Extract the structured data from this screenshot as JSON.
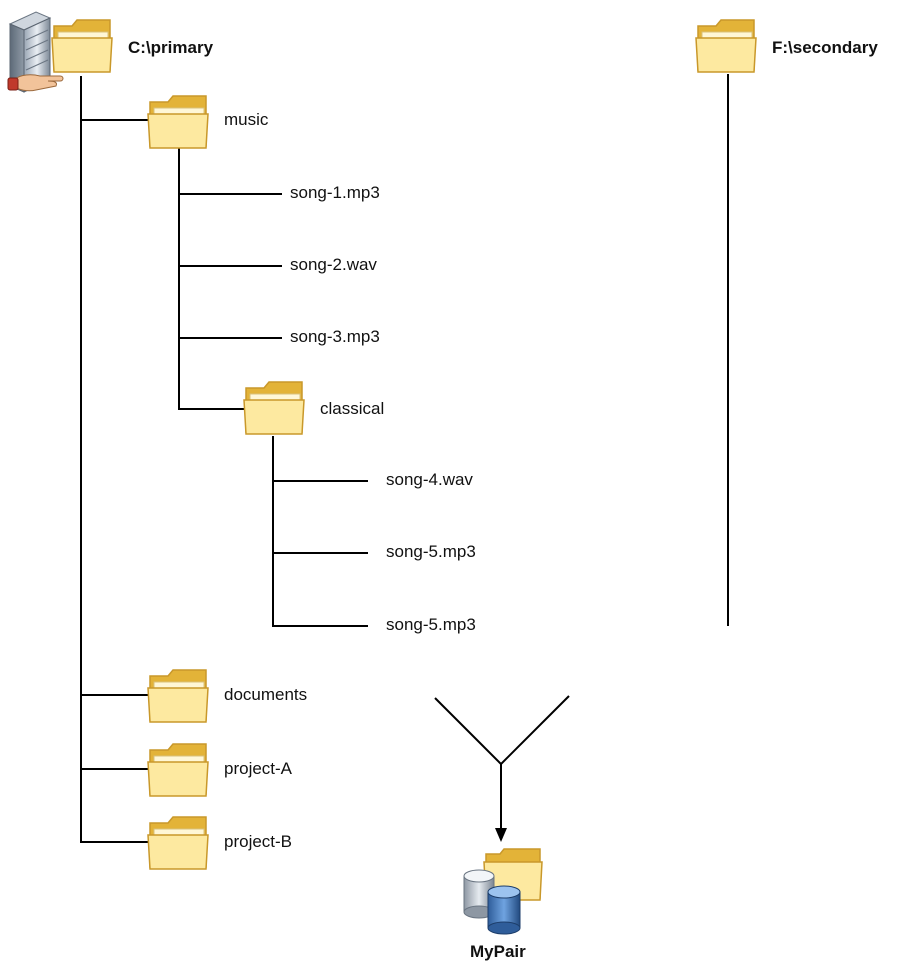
{
  "primary": {
    "root_label": "C:\\primary",
    "server_icon": "server-share-icon",
    "folder_icon": "folder-icon",
    "music": {
      "label": "music",
      "files": [
        "song-1.mp3",
        "song-2.wav",
        "song-3.mp3"
      ],
      "classical": {
        "label": "classical",
        "files": [
          "song-4.wav",
          "song-5.mp3",
          "song-5.mp3"
        ]
      }
    },
    "documents": "documents",
    "project_a": "project-A",
    "project_b": "project-B"
  },
  "secondary": {
    "root_label": "F:\\secondary"
  },
  "pair": {
    "label": "MyPair",
    "icon": "database-folder-pair-icon"
  },
  "colors": {
    "folder_light": "#fde9a0",
    "folder_dark": "#e3b338",
    "folder_outline": "#c9982a",
    "line": "#000000"
  }
}
